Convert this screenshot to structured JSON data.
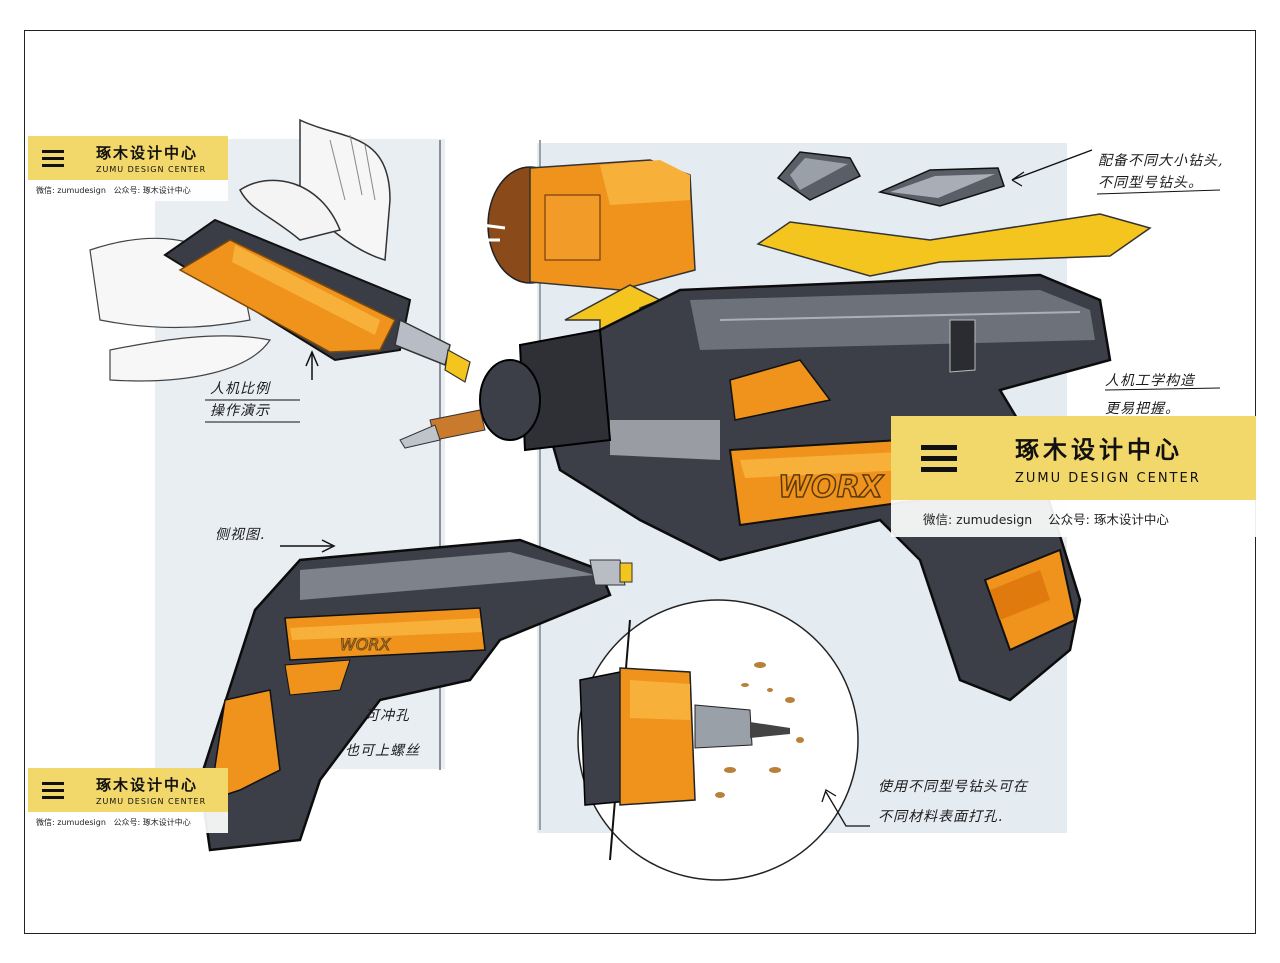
{
  "annotations": {
    "ergonomic_ratio": "人机比例",
    "operation_demo": "操作演示",
    "drill_bits": "配备不同大小钻头,",
    "drill_types": "不同型号钻头。",
    "ergonomic_design": "人机工学构造",
    "easy_grip": "更易把握。",
    "side_view": "侧视图.",
    "can_drill": "可冲孔",
    "can_screw": "也可上螺丝",
    "use_bits": "使用不同型号钻头可在",
    "surfaces": "不同材料表面打孔."
  },
  "brand_on_tool": "WORX",
  "watermarks": [
    {
      "name": "琢木设计中心",
      "en": "ZUMU DESIGN CENTER",
      "wechat": "微信: zumudesign",
      "account": "公众号: 琢木设计中心"
    },
    {
      "name": "琢木设计中心",
      "en": "ZUMU DESIGN CENTER",
      "wechat": "微信: zumudesign",
      "account": "公众号: 琢木设计中心"
    },
    {
      "name": "琢木设计中心",
      "en": "ZUMU DESIGN CENTER",
      "wechat": "微信: zumudesign",
      "account": "公众号: 琢木设计中心"
    }
  ],
  "colors": {
    "orange": "#f0931c",
    "dark": "#3c3f47",
    "yellow": "#f5c51f",
    "badge": "#f2d86a",
    "paper": "#e3ebf2"
  }
}
